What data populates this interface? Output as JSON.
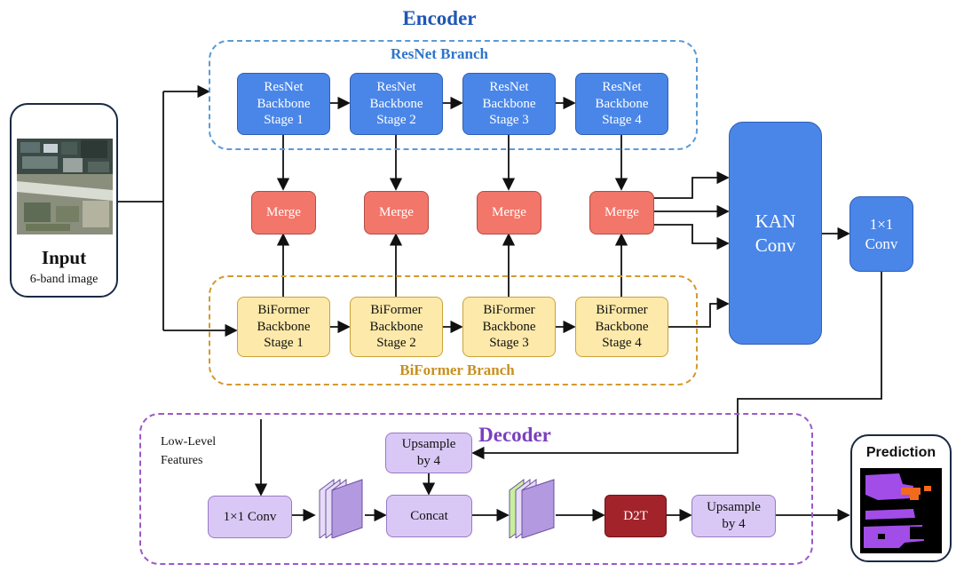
{
  "encoder": {
    "title": "Encoder",
    "color": "#1f57b5"
  },
  "resnet_branch": {
    "title": "ResNet Branch",
    "title_color": "#2e75c8",
    "stages": [
      "ResNet\nBackbone\nStage 1",
      "ResNet\nBackbone\nStage 2",
      "ResNet\nBackbone\nStage 3",
      "ResNet\nBackbone\nStage 4"
    ]
  },
  "biformer_branch": {
    "title": "BiFormer Branch",
    "title_color": "#c8901f",
    "stages": [
      "BiFormer\nBackbone\nStage 1",
      "BiFormer\nBackbone\nStage 2",
      "BiFormer\nBackbone\nStage 3",
      "BiFormer\nBackbone\nStage 4"
    ]
  },
  "merges": [
    "Merge",
    "Merge",
    "Merge",
    "Merge"
  ],
  "kan_conv": "KAN\nConv",
  "conv_1x1": "1×1\nConv",
  "input": {
    "title": "Input",
    "subtitle": "6-band image"
  },
  "decoder": {
    "title": "Decoder",
    "title_color": "#7a3fbf",
    "low_level_label": "Low-Level\nFeatures",
    "conv_1x1": "1×1 Conv",
    "upsample_top": "Upsample\nby 4",
    "concat": "Concat",
    "d2t": "D2T",
    "upsample_out": "Upsample\nby 4"
  },
  "prediction": {
    "title": "Prediction"
  }
}
